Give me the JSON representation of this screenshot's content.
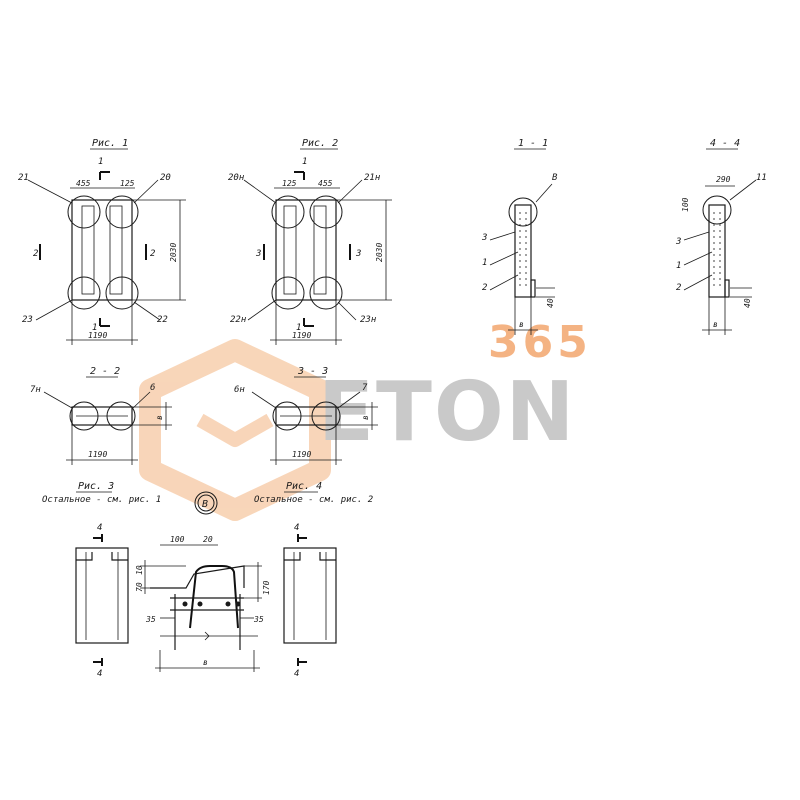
{
  "figures": {
    "fig1": {
      "title": "Рис. 1",
      "callouts": [
        "21",
        "20",
        "23",
        "22"
      ],
      "dims": [
        "455",
        "125",
        "2030",
        "1190"
      ],
      "section": "1",
      "cut": "2"
    },
    "fig2": {
      "title": "Рис. 2",
      "callouts": [
        "20н",
        "21н",
        "22н",
        "23н"
      ],
      "dims": [
        "125",
        "455",
        "2030",
        "1190"
      ],
      "section": "1",
      "cut": "3"
    },
    "sec11": {
      "title": "1 - 1",
      "callouts": [
        "В",
        "3",
        "1",
        "2"
      ],
      "dims": [
        "40",
        "в"
      ]
    },
    "sec44": {
      "title": "4 - 4",
      "callouts": [
        "11",
        "3",
        "1",
        "2"
      ],
      "dims": [
        "290",
        "100",
        "40",
        "в"
      ]
    },
    "sec22": {
      "title": "2 - 2",
      "callouts": [
        "7н",
        "6"
      ],
      "dims": [
        "1190",
        "в"
      ]
    },
    "sec33": {
      "title": "3 - 3",
      "callouts": [
        "6н",
        "7"
      ],
      "dims": [
        "1190",
        "в"
      ]
    },
    "fig3": {
      "title": "Рис. 3",
      "note": "Остальное - см. рис. 1",
      "cut": "4"
    },
    "fig4": {
      "title": "Рис. 4",
      "note": "Остальное - см. рис. 2",
      "cut": "4"
    },
    "detailB": {
      "title": "В",
      "dims": [
        "100",
        "20",
        "10",
        "70",
        "170",
        "35",
        "35",
        "в"
      ]
    }
  },
  "watermark": {
    "number": "365",
    "brand": "ETON",
    "accent_color": "#f4b383",
    "text_color": "#c9c9c9"
  }
}
